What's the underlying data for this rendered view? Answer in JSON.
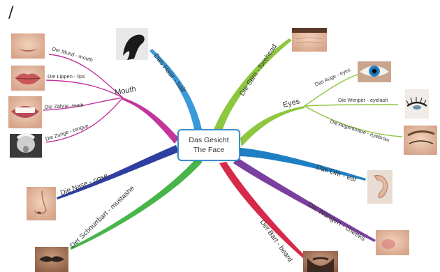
{
  "corner_mark": "/",
  "center": {
    "line1": "Das Gesicht",
    "line2": "The Face"
  },
  "branches": {
    "hair": "Das Haar - hair",
    "forehead": "Die Stirn - forehead",
    "mouth": "Mouth",
    "eyes": "Eyes",
    "ear": "Das Ohr - ear",
    "cheeks": "Die Wangen - cheeks",
    "beard": "Der Bart - beard",
    "moustache": "Der Schnurrbart - mustashe",
    "nose": "Die Nase - nose"
  },
  "mouth_items": {
    "mund": "Der Mund - mouth",
    "lippen": "Die Lippen - lips",
    "zaehne": "Die Zähne -teeth",
    "zunge": "Die Zunge - tongue"
  },
  "eye_items": {
    "auge": "Das Auge - eyes",
    "wimper": "Die Wimper - eyelash",
    "augenbraue": "Die Augenbraue - eyebrow"
  },
  "colors": {
    "hair": "#3a9ad9",
    "forehead": "#8dc63f",
    "mouth": "#c2359a",
    "eyes": "#8dc63f",
    "ear": "#1f7fc4",
    "cheeks": "#7b3fa0",
    "beard": "#d62a4a",
    "moustache": "#47b54a",
    "nose": "#2f3fa0",
    "center_border": "#3a8fd0"
  },
  "icons": [
    "hair-photo",
    "mouth-photo",
    "lips-photo",
    "teeth-photo",
    "tongue-photo",
    "forehead-photo",
    "eye-photo",
    "eyelash-photo",
    "eyebrow-photo",
    "ear-photo",
    "cheek-photo",
    "beard-photo",
    "moustache-photo",
    "nose-photo"
  ]
}
